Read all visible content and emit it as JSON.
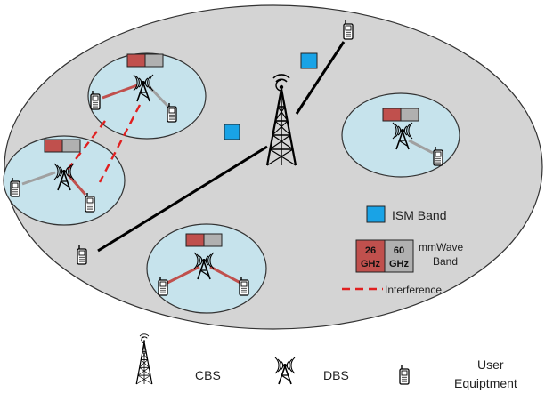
{
  "legend": {
    "ism_label": "ISM Band",
    "mmwave_26_num": "26",
    "mmwave_26_unit": "GHz",
    "mmwave_60_num": "60",
    "mmwave_60_unit": "GHz",
    "mmwave_label_line1": "mmWave",
    "mmwave_label_line2": "Band",
    "interference_label": "Interference",
    "cbs_label": "CBS",
    "dbs_label": "DBS",
    "ue_label_line1": "User",
    "ue_label_line2": "Equiptment"
  },
  "colors": {
    "cell_fill": "#d4d4d4",
    "small_cell_fill": "#c6e3ec",
    "ism": "#19a3e6",
    "band_26": "#c0504d",
    "band_60": "#b0b0b0",
    "interference": "#e02020",
    "backhaul": "#000000"
  },
  "icons": [
    "tower-icon",
    "dbs-antenna-icon",
    "phone-icon"
  ]
}
